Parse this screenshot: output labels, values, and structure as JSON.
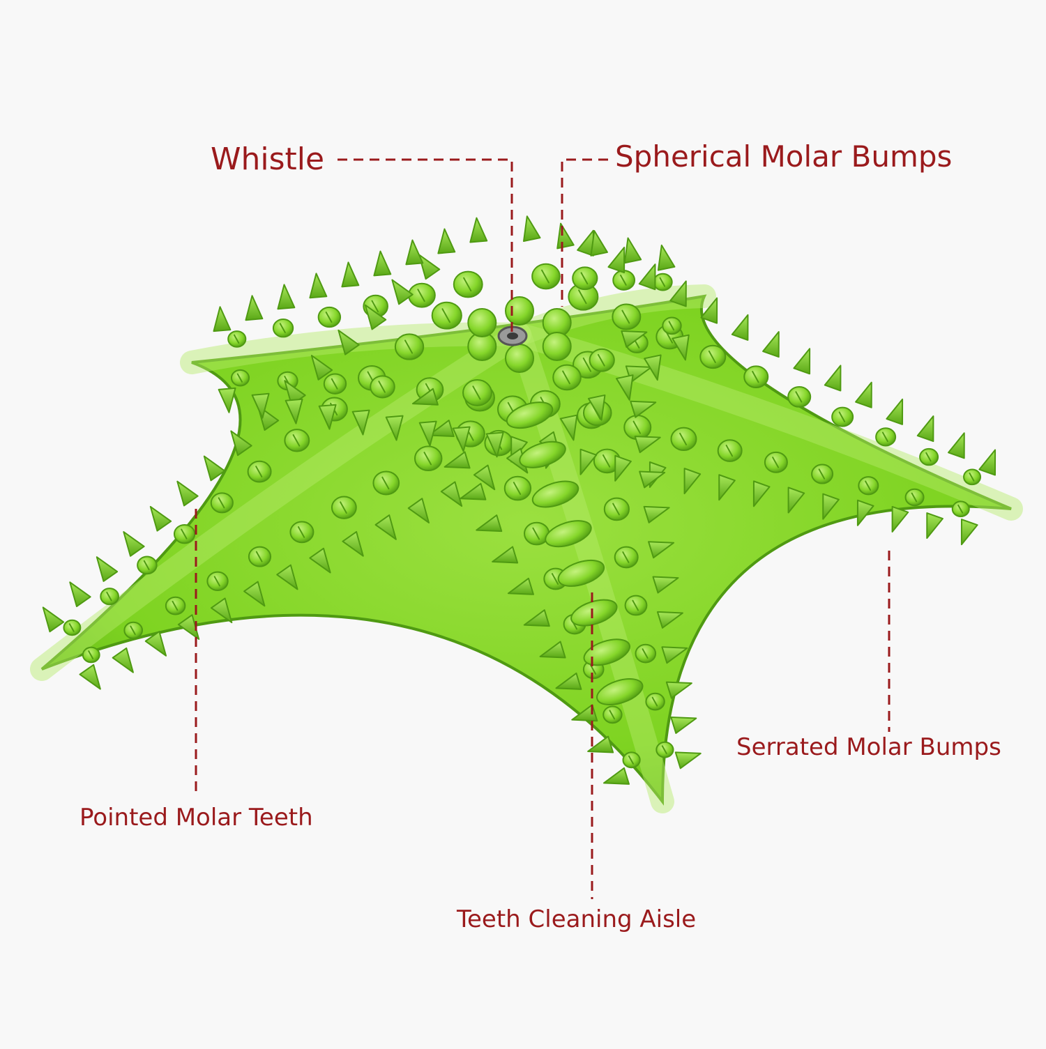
{
  "colors": {
    "background": "#f8f8f8",
    "label_text": "#9a1a1c",
    "leader_line": "#9a1a1c",
    "toy_green": "#7ed321",
    "toy_green_dark": "#4f9a12",
    "toy_green_light": "#b6ec6a"
  },
  "product": {
    "image_name": "starfish-chew-toy-image"
  },
  "labels": {
    "whistle": "Whistle",
    "spherical_molar_bumps": "Spherical Molar Bumps",
    "serrated_molar_bumps": "Serrated Molar Bumps",
    "pointed_molar_teeth": "Pointed Molar Teeth",
    "teeth_cleaning_aisle": "Teeth Cleaning Aisle"
  }
}
